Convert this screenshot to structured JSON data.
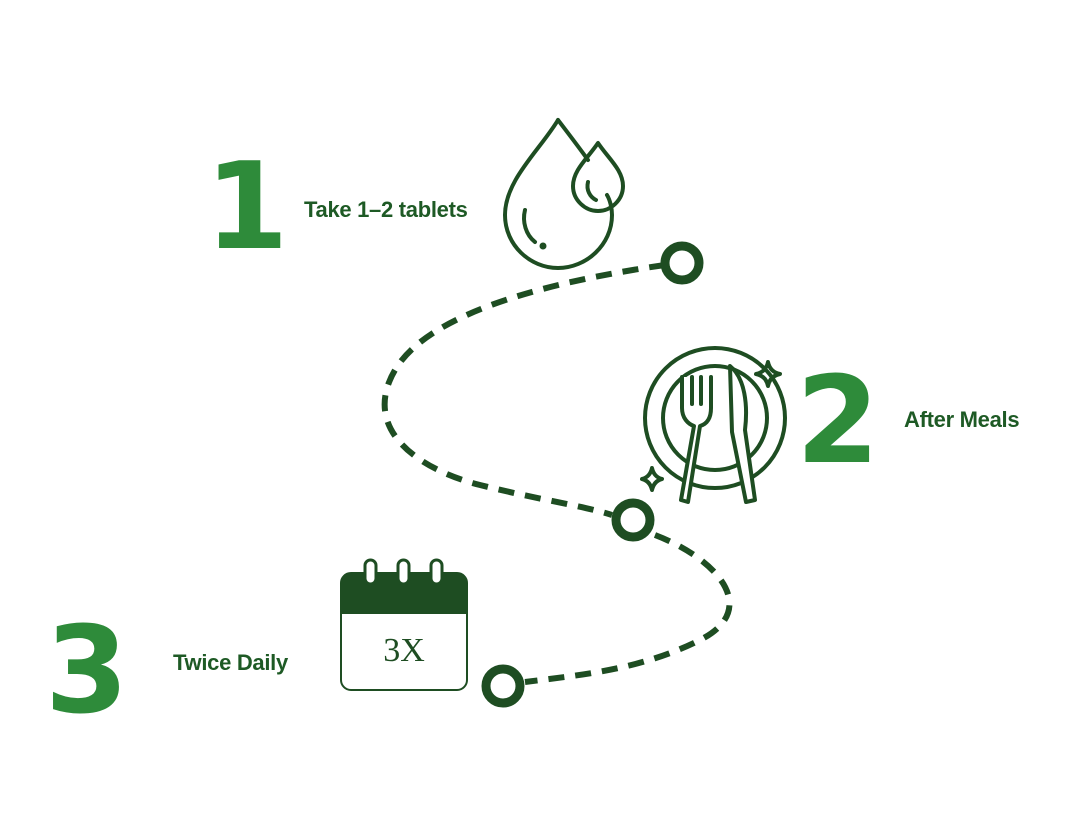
{
  "steps": [
    {
      "number": "1",
      "label": "Take 1–2 tablets",
      "icon": "water-drops-icon"
    },
    {
      "number": "2",
      "label": "After Meals",
      "icon": "plate-fork-knife-icon"
    },
    {
      "number": "3",
      "label": "Twice Daily",
      "icon": "calendar-icon"
    }
  ],
  "calendar_text": "3X",
  "colors": {
    "number_green": "#2e8b3a",
    "dark_green": "#1e4d22",
    "label_green": "#1e5a25"
  }
}
